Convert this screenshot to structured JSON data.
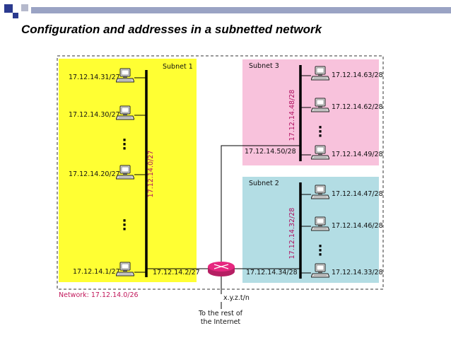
{
  "slide": {
    "title": "Configuration and addresses in a subnetted network"
  },
  "colors": {
    "subnet1_bg": "#ffff33",
    "subnet2_bg": "#b3dde4",
    "subnet3_bg": "#f8c2dc",
    "router": "#e6277f",
    "accent_text": "#c2185b",
    "header_bar": "#2b3a8f"
  },
  "diagram": {
    "network_label": "Network: 17.12.14.0/26",
    "subnet1": {
      "label": "Subnet 1",
      "network": "17.12.14.0/27",
      "hosts": [
        "17.12.14.31/27",
        "17.12.14.30/27",
        "17.12.14.20/27",
        "17.12.14.1/27"
      ],
      "router_if": "17.12.14.2/27"
    },
    "subnet2": {
      "label": "Subnet 2",
      "network": "17.12.14.32/28",
      "hosts": [
        "17.12.14.47/28",
        "17.12.14.46/28",
        "17.12.14.33/28"
      ],
      "router_if": "17.12.14.34/28"
    },
    "subnet3": {
      "label": "Subnet 3",
      "network": "17.12.14.48/28",
      "hosts": [
        "17.12.14.63/28",
        "17.12.14.62/28",
        "17.12.14.49/28"
      ],
      "router_if": "17.12.14.50/28"
    },
    "external_if": "x.y.z.t/n",
    "internet_label_line1": "To the rest of",
    "internet_label_line2": "the Internet",
    "icons": [
      "computer-icon",
      "router-icon"
    ]
  }
}
